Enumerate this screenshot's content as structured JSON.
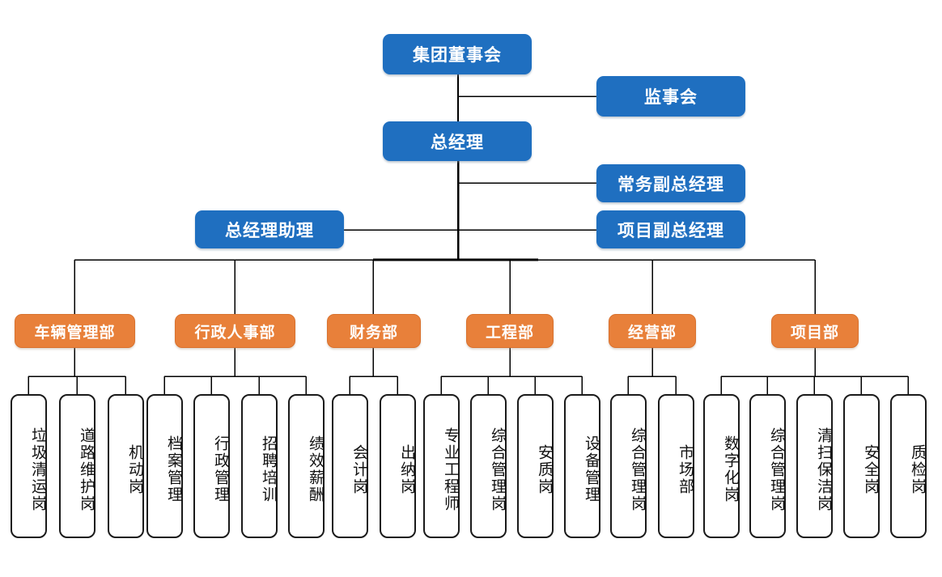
{
  "diagram": {
    "type": "org-chart",
    "colors": {
      "executive_box": "#1f6fc0",
      "department_box": "#e8803a",
      "position_box_border": "#1a1a1a",
      "position_box_fill": "#ffffff",
      "connector_line": "#000000",
      "background": "#ffffff"
    }
  },
  "executive": {
    "board": "集团董事会",
    "supervisory_board": "监事会",
    "general_manager": "总经理",
    "executive_deputy_gm": "常务副总经理",
    "project_deputy_gm": "项目副总经理",
    "gm_assistant": "总经理助理"
  },
  "departments": [
    {
      "name": "车辆管理部",
      "positions": [
        "垃圾清运岗",
        "道路维护岗",
        "机动岗"
      ]
    },
    {
      "name": "行政人事部",
      "positions": [
        "档案管理",
        "行政管理",
        "招聘培训",
        "绩效薪酬"
      ]
    },
    {
      "name": "财务部",
      "positions": [
        "会计岗",
        "出纳岗"
      ]
    },
    {
      "name": "工程部",
      "positions": [
        "专业工程师",
        "综合管理岗",
        "安质岗",
        "设备管理"
      ]
    },
    {
      "name": "经营部",
      "positions": [
        "综合管理岗",
        "市场部"
      ]
    },
    {
      "name": "项目部",
      "positions": [
        "数字化岗",
        "综合管理岗",
        "清扫保洁岗",
        "安全岗",
        "质检岗"
      ]
    }
  ]
}
